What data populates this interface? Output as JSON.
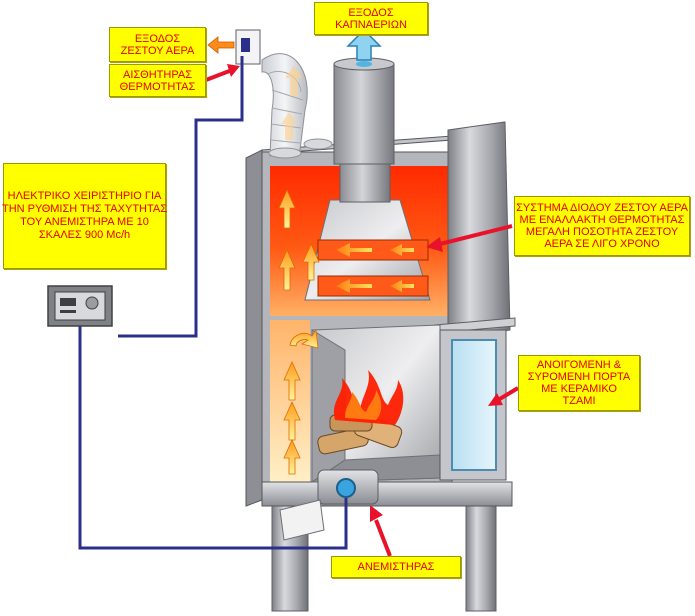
{
  "labels": {
    "hot_air_outlet": [
      "ΕΞΟΔΟΣ",
      "ΖΕΣΤΟΥ ΑΕΡΑ"
    ],
    "flue_outlet": [
      "ΕΞΟΔΟΣ",
      "ΚΑΠΝΑΕΡΙΩΝ"
    ],
    "thermostat_sensor": [
      "ΑΙΣΘΗΤΗΡΑΣ",
      "ΘΕΡΜΟΤΗΤΑΣ"
    ],
    "controller": [
      "ΗΛΕΚΤΡΙΚΟ ΧΕΙΡΙΣΤΗΡΙΟ ΓΙΑ",
      "ΤΗΝ ΡΥΘΜΙΣΗ ΤΗΣ ΤΑΧΥΤΗΤΑΣ",
      "ΤΟΥ ΑΝΕΜΙΣΤΗΡΑ ΜΕ 10",
      "ΣΚΑΛΕΣ 900 Mc/h"
    ],
    "hot_air_system": [
      "ΣΥΣΤΗΜΑ ΔΙΟΔΟΥ ΖΕΣΤΟΥ ΑΕΡΑ",
      "ΜΕ ΕΝΑΛΛΑΚΤΗ ΘΕΡΜΟΤΗΤΑΣ",
      "ΜΕΓΑΛΗ ΠΟΣΟΤΗΤΑ ΖΕΣΤΟΥ",
      "ΑΕΡΑ ΣΕ ΛΙΓΟ ΧΡΟΝΟ"
    ],
    "door": [
      "ΑΝΟΙΓΟΜΕΝΗ &",
      "ΣΥΡΟΜΕΝΗ ΠΟΡΤΑ",
      "ΜΕ ΚΕΡΑΜΙΚΟ",
      "ΤΖΑΜΙ"
    ],
    "fan": [
      "ΑΝΕΜΙΣΤΗΡΑΣ"
    ]
  },
  "colors": {
    "label_bg": "#ffff00",
    "label_text": "#e60000",
    "pointer_arrow": "#e8132a",
    "wire": "#2b2f8c",
    "steel": "#a9aab0",
    "hot_core": "#ff3300",
    "warm": "#ff9a33",
    "flue_arrow": "#8fd3f0"
  }
}
